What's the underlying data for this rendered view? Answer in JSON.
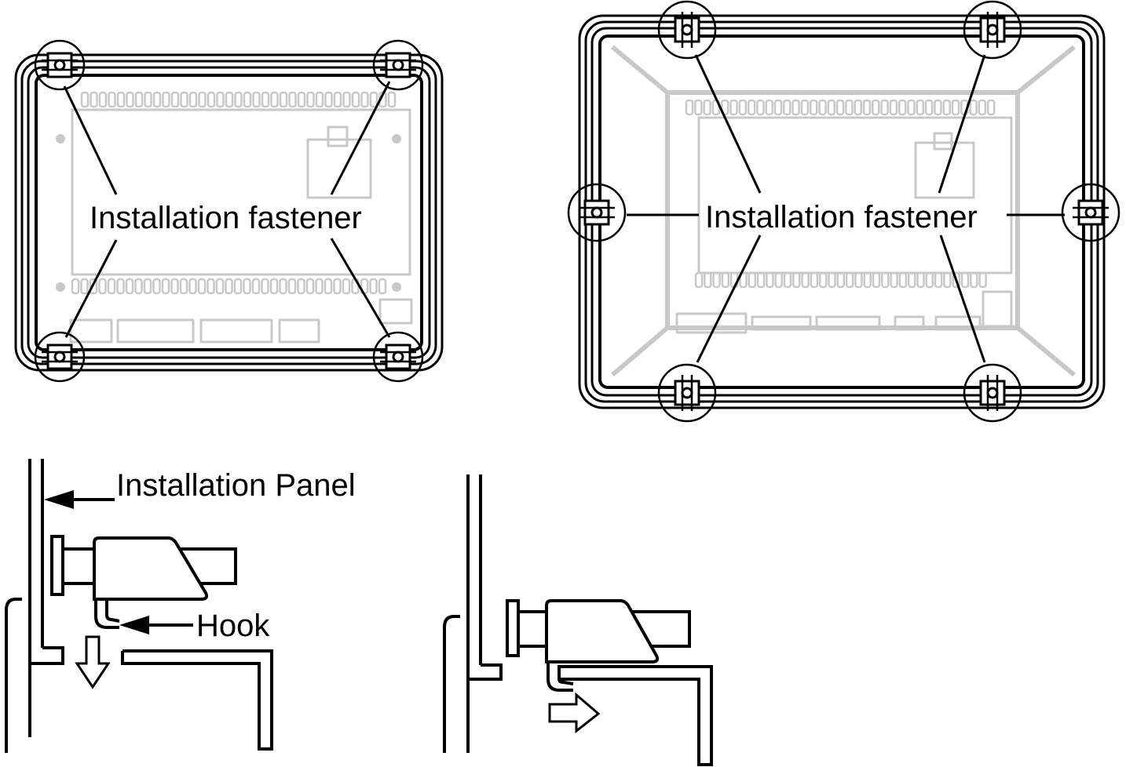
{
  "labels": {
    "fastener_small": "Installation fastener",
    "fastener_large": "Installation fastener",
    "installation_panel": "Installation Panel",
    "hook": "Hook"
  },
  "colors": {
    "line": "#000000",
    "ghost": "#c8c8c8",
    "background": "#ffffff"
  }
}
